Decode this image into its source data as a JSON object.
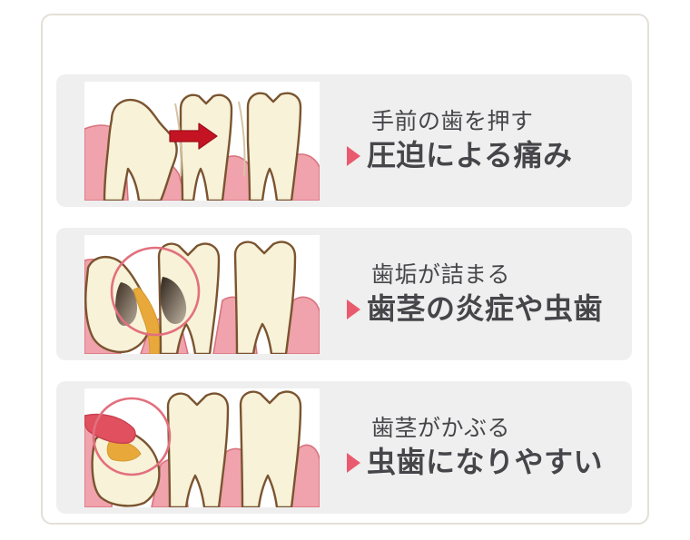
{
  "panel": {
    "border_color": "#e3dfd8",
    "background": "#ffffff"
  },
  "theme": {
    "card_background": "#efefef",
    "text_color": "#46464a",
    "marker_color": "#ea5a6e",
    "arrow_color": "#c41423",
    "tooth_fill": "#f7f2d8",
    "tooth_outline": "#7a5430",
    "gum_fill": "#f0a3ac",
    "gum_outline": "#d9737f",
    "circle_highlight": "#e2707e",
    "cavity_color": "#5d4a3a",
    "plaque_color": "#e8a93a"
  },
  "rows": [
    {
      "figure_name": "tooth-pushing-front-tooth-illustration",
      "cause": "手前の歯を押す",
      "marker": "▶",
      "result": "圧迫による痛み"
    },
    {
      "figure_name": "plaque-buildup-cavity-illustration",
      "cause": "歯垢が詰まる",
      "marker": "▶",
      "result": "歯茎の炎症や虫歯"
    },
    {
      "figure_name": "gum-covering-tooth-illustration",
      "cause": "歯茎がかぶる",
      "marker": "▶",
      "result": "虫歯になりやすい"
    }
  ]
}
